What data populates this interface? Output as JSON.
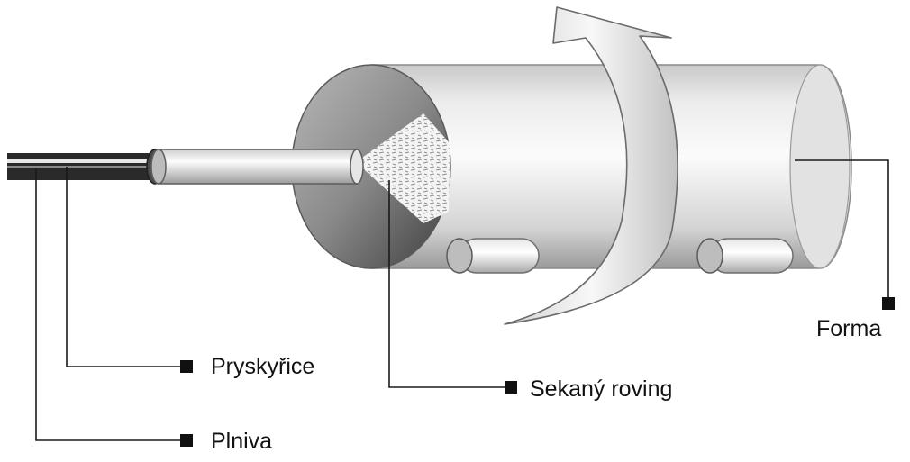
{
  "labels": {
    "resin": "Pryskyřice",
    "fillers": "Plniva",
    "chopped_roving": "Sekaný roving",
    "mold": "Forma"
  },
  "colors": {
    "line": "#1a1a1a",
    "marker": "#111111",
    "drum_light": "#f4f4f4",
    "drum_mid": "#d8d8d8",
    "drum_dark": "#6a6a6a"
  },
  "icons": [
    "rotation-arrow-icon",
    "spray-cone-icon",
    "nozzle-pipe-icon",
    "roller-icon"
  ]
}
